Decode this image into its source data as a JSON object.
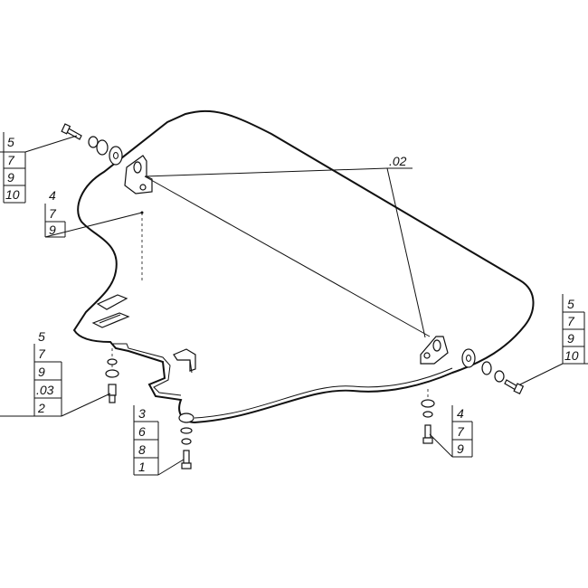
{
  "callouts": {
    "bolt_top_left": [
      "5",
      "7",
      "9",
      "10"
    ],
    "hole_left": [
      "4",
      "7",
      "9"
    ],
    "bolt_bottom_left": [
      "5",
      "7",
      "9",
      ".03",
      "2"
    ],
    "bolt_bottom_mid": [
      "3",
      "6",
      "8",
      "1"
    ],
    "bolt_bottom_right": [
      "4",
      "7",
      "9"
    ],
    "bolt_right": [
      "5",
      "7",
      "9",
      "10"
    ],
    "bracket": ".02"
  }
}
